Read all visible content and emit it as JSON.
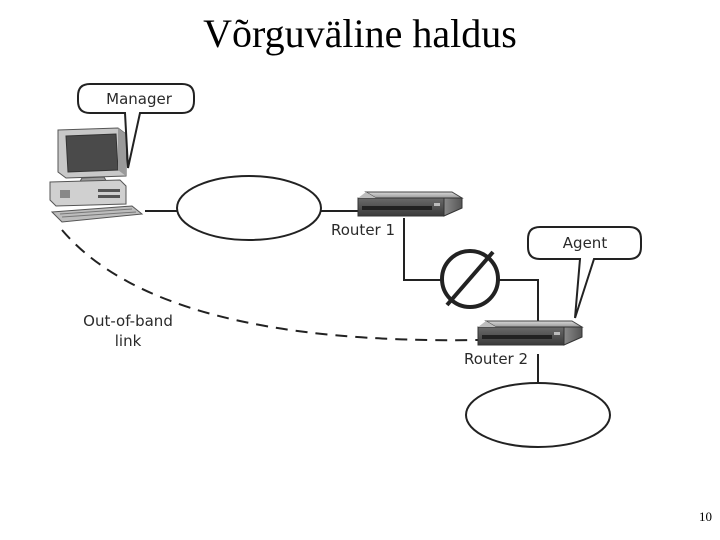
{
  "slide": {
    "title": "Võrguväline haldus",
    "page_number": "10"
  },
  "diagram": {
    "callouts": {
      "manager": "Manager",
      "agent": "Agent"
    },
    "nodes": {
      "router1": "Router 1",
      "router2": "Router 2"
    },
    "link_label": {
      "line1": "Out-of-band",
      "line2": "link"
    },
    "icons": [
      "desktop-computer-icon",
      "router-icon",
      "broken-link-icon"
    ]
  }
}
